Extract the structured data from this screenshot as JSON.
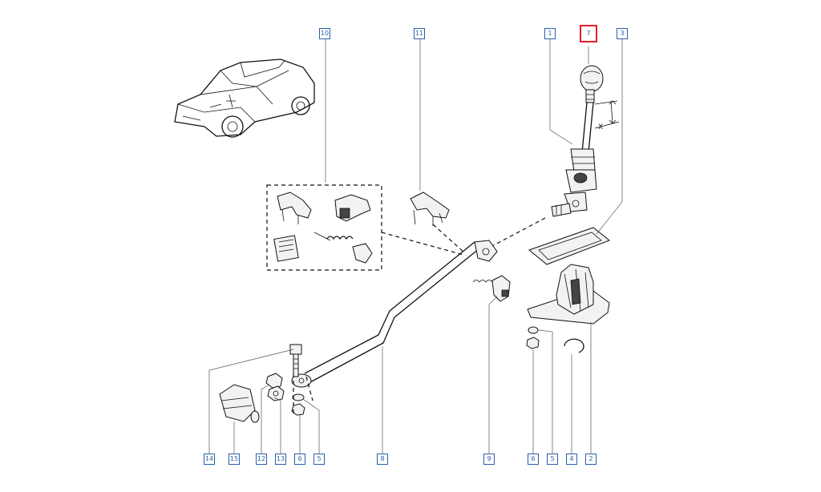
{
  "diagram": {
    "selected_ref": "7",
    "callouts": [
      {
        "id": "c10",
        "ref": "10"
      },
      {
        "id": "c11",
        "ref": "11"
      },
      {
        "id": "c1",
        "ref": "1"
      },
      {
        "id": "c7",
        "ref": "7"
      },
      {
        "id": "c3a",
        "ref": "3"
      },
      {
        "id": "c14",
        "ref": "14"
      },
      {
        "id": "c15",
        "ref": "15"
      },
      {
        "id": "c12",
        "ref": "12"
      },
      {
        "id": "c13",
        "ref": "13"
      },
      {
        "id": "c6a",
        "ref": "6"
      },
      {
        "id": "c5a",
        "ref": "5"
      },
      {
        "id": "c8",
        "ref": "8"
      },
      {
        "id": "c9",
        "ref": "9"
      },
      {
        "id": "c6b",
        "ref": "6"
      },
      {
        "id": "c5b",
        "ref": "5"
      },
      {
        "id": "c4",
        "ref": "4"
      },
      {
        "id": "c2",
        "ref": "2"
      }
    ],
    "dimension_label": "X"
  }
}
